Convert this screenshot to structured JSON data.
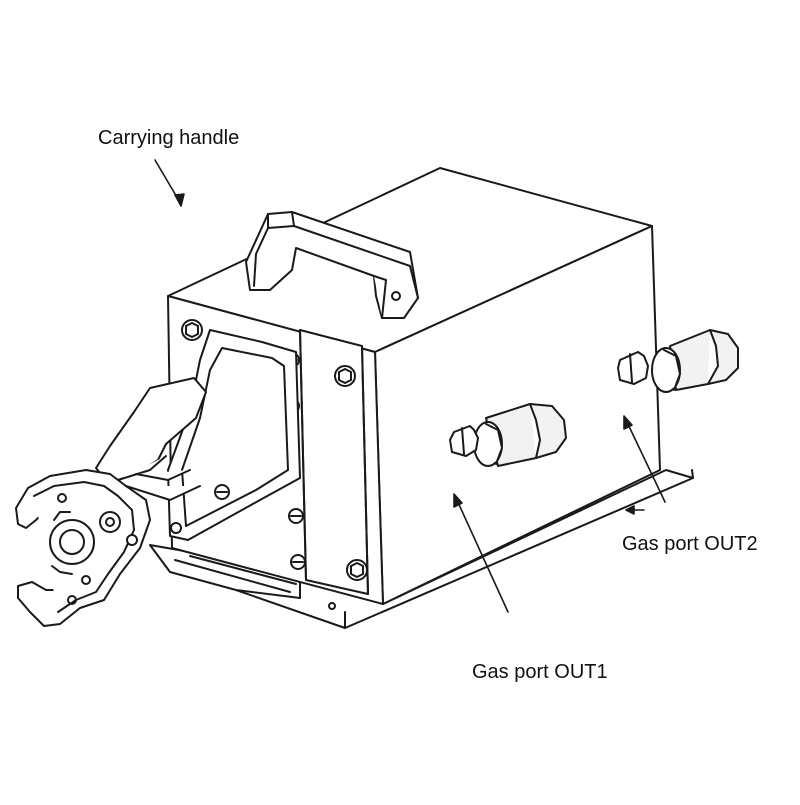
{
  "diagram": {
    "callouts": {
      "carrying_handle": "Carrying handle",
      "gas_port_out2": "Gas port OUT2",
      "gas_port_out1": "Gas port OUT1"
    },
    "colors": {
      "line": "#1a1a1a",
      "fill": "#ffffff",
      "fitting_shade": "#f2f2f2"
    }
  }
}
